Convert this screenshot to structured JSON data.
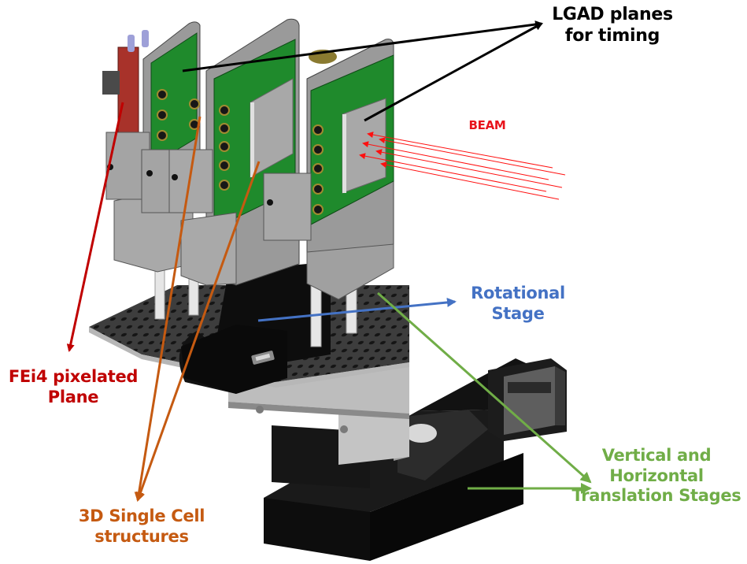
{
  "labels": {
    "lgad": {
      "lines": [
        "LGAD planes",
        "for timing"
      ],
      "color": "#000000"
    },
    "beam": {
      "text": "BEAM",
      "color": "#e8141c"
    },
    "rotational": {
      "lines": [
        "Rotational",
        "Stage"
      ],
      "color": "#4472c4"
    },
    "fei4": {
      "lines": [
        "FEi4 pixelated",
        "Plane"
      ],
      "color": "#c00000"
    },
    "single_cell": {
      "lines": [
        "3D Single Cell",
        "structures"
      ],
      "color": "#c55a11"
    },
    "translation": {
      "lines": [
        "Vertical and",
        "Horizontal",
        "Translation Stages"
      ],
      "color": "#70ad47"
    }
  },
  "colors": {
    "pcb": "#1f8a2c",
    "frame": "#9a9a9a",
    "frame_dark": "#6e6e6e",
    "motor": "#111111",
    "breadboard": "#3a3a3a",
    "sensor": "#a8a8a8",
    "fei4_board": "#a8322a"
  }
}
